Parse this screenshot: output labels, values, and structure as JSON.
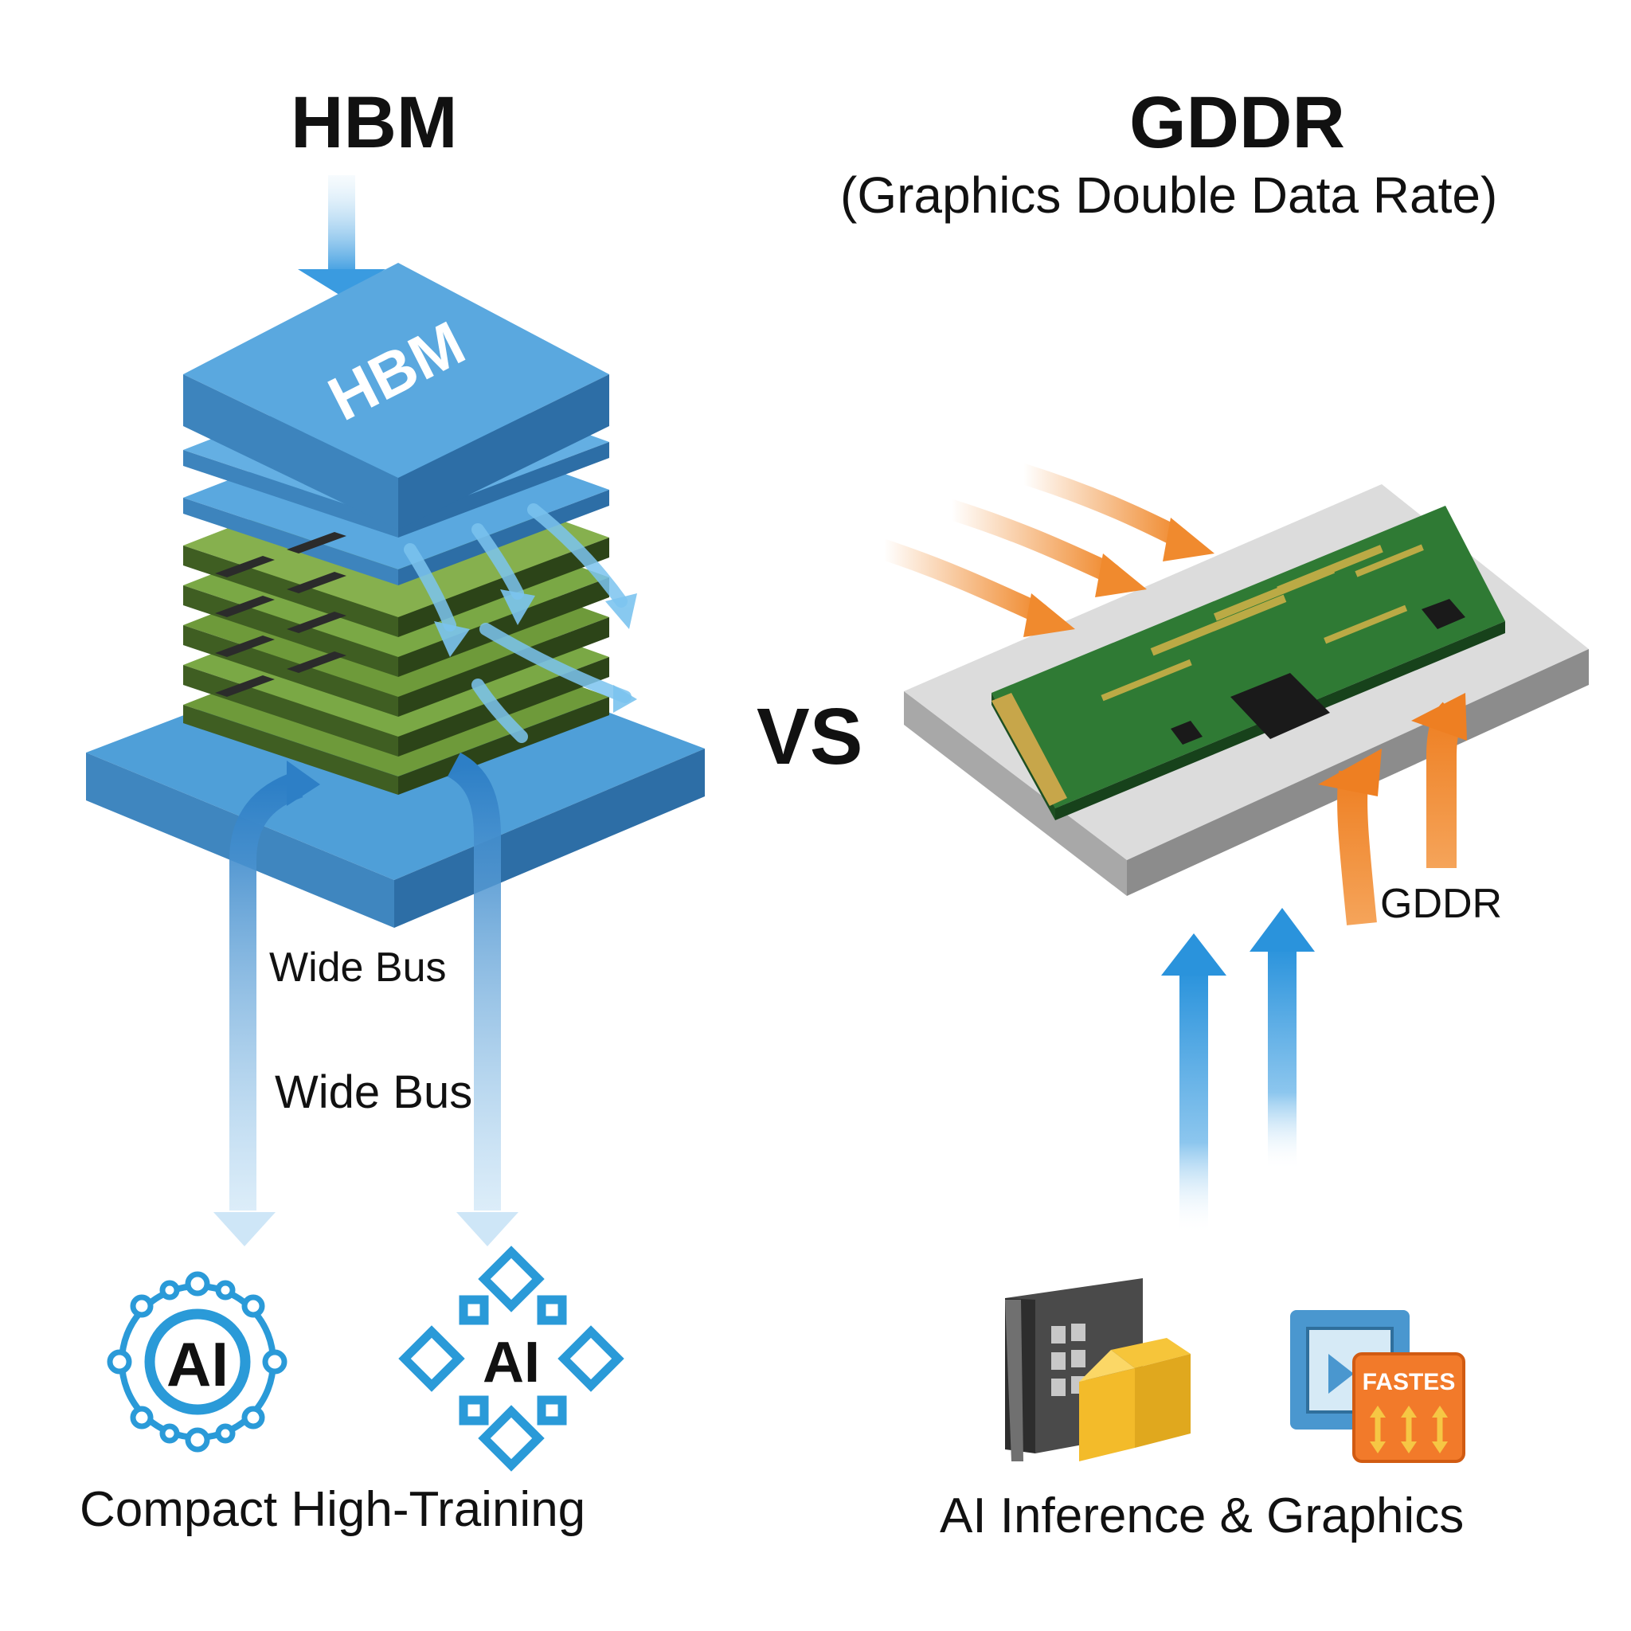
{
  "hbm": {
    "title": "HBM",
    "stack_label": "HBM",
    "bus_label_1": "Wide Bus",
    "bus_label_2": "Wide Bus",
    "caption": "Compact High-Training",
    "icon_left_label": "AI",
    "icon_right_label": "AI"
  },
  "vs": "VS",
  "gddr": {
    "title": "GDDR",
    "subtitle": "(Graphics Double Data Rate)",
    "arrow_label": "GDDR",
    "caption": "AI Inference & Graphics",
    "badge_label": "FASTES"
  },
  "colors": {
    "hbm_blue": "#4f9fd8",
    "hbm_blue_dark": "#2d6ea6",
    "pcb_green": "#6e9a3a",
    "gddr_orange": "#f08a2e",
    "icon_blue": "#2a9ad8"
  },
  "icons": [
    "ai-circuit-ring-icon",
    "ai-diamond-network-icon",
    "graphics-card-icon",
    "fast-chip-icon"
  ]
}
